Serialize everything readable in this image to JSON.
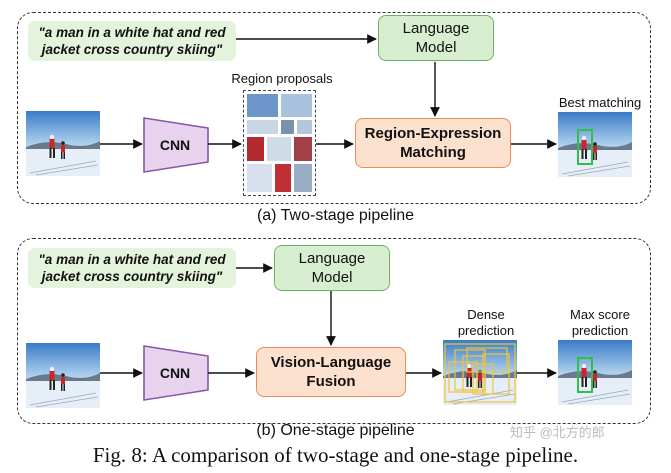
{
  "panel_a": {
    "query_text": "\"a man in a white hat and red jacket cross country skiing\"",
    "language_model": "Language\nModel",
    "cnn": "CNN",
    "region_proposals_label": "Region proposals",
    "matching": "Region-Expression\nMatching",
    "output_label": "Best matching",
    "caption": "(a) Two-stage pipeline"
  },
  "panel_b": {
    "query_text": "\"a man in a white hat and red jacket cross country skiing\"",
    "language_model": "Language\nModel",
    "cnn": "CNN",
    "fusion": "Vision-Language\nFusion",
    "dense_label": "Dense\nprediction",
    "output_label": "Max score\nprediction",
    "caption": "(b) One-stage pipeline"
  },
  "figure_caption": "Fig. 8: A comparison of two-stage and one-stage pipeline.",
  "watermark": "知乎 @北方的郎",
  "colors": {
    "green_fill": "#d7efd0",
    "green_border": "#6bb267",
    "orange_fill": "#fde1cf",
    "orange_border": "#ef8a52",
    "cnn_fill": "#e7d3ee",
    "cnn_border": "#8a56a6",
    "match_box": "#2fbf4a"
  }
}
